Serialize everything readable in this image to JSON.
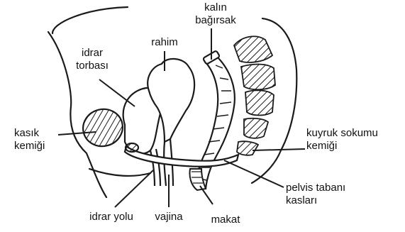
{
  "labels": {
    "kalin_bagirsak": [
      "kalın",
      "bağırsak"
    ],
    "rahim": "rahim",
    "idrar_torbasi": [
      "idrar",
      "torbası"
    ],
    "kasik_kemigi": [
      "kasık",
      "kemiği"
    ],
    "kuyruk_sokumu_kemigi": [
      "kuyruk sokumu",
      "kemiği"
    ],
    "pelvis_tabani_kaslari": [
      "pelvis tabanı",
      "kasları"
    ],
    "idrar_yolu": "idrar yolu",
    "vajina": "vajina",
    "makat": "makat"
  },
  "colors": {
    "stroke": "#1a1a1a",
    "background": "#ffffff"
  }
}
